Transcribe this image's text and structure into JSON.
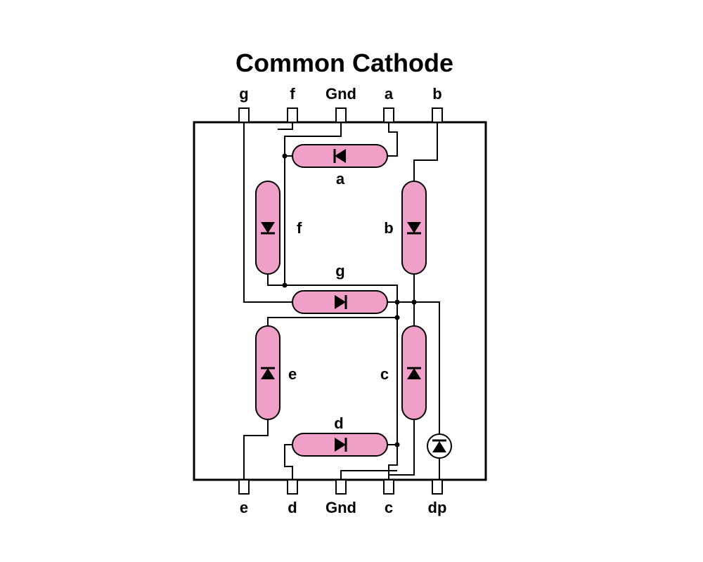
{
  "title": "Common Cathode",
  "top_pins": [
    "g",
    "f",
    "Gnd",
    "a",
    "b"
  ],
  "bottom_pins": [
    "e",
    "d",
    "Gnd",
    "c",
    "dp"
  ],
  "segment_labels": {
    "a": "a",
    "b": "b",
    "c": "c",
    "d": "d",
    "e": "e",
    "f": "f",
    "g": "g"
  },
  "colors": {
    "segment_fill": "#f0a0c8",
    "line": "#000000",
    "background": "#ffffff"
  }
}
